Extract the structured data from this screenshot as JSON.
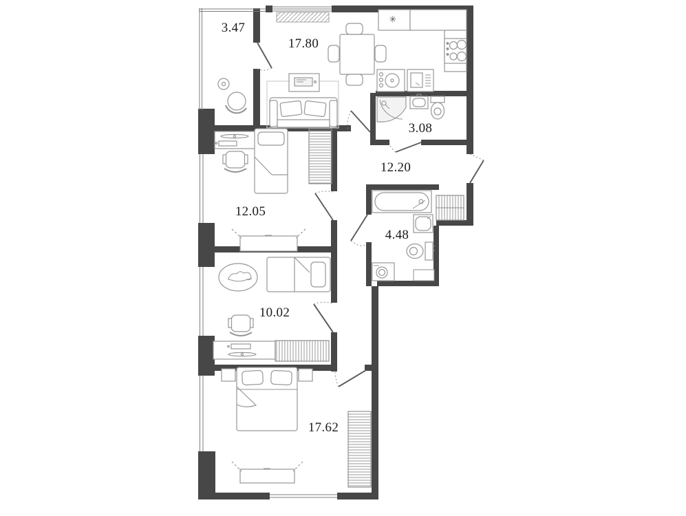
{
  "rooms": [
    {
      "id": "balcony",
      "area_label": "3.47"
    },
    {
      "id": "living-kitchen",
      "area_label": "17.80"
    },
    {
      "id": "bathroom-small",
      "area_label": "3.08"
    },
    {
      "id": "hallway",
      "area_label": "12.20"
    },
    {
      "id": "bedroom-1",
      "area_label": "12.05"
    },
    {
      "id": "bathroom-main",
      "area_label": "4.48"
    },
    {
      "id": "bedroom-2",
      "area_label": "10.02"
    },
    {
      "id": "bedroom-master",
      "area_label": "17.62"
    }
  ],
  "kitchen": {
    "marker": "✳"
  },
  "colors": {
    "wall": "#474747",
    "window_line": "#7d7d7d",
    "furniture_stroke": "#969696",
    "label_text": "#1a1a1a"
  }
}
